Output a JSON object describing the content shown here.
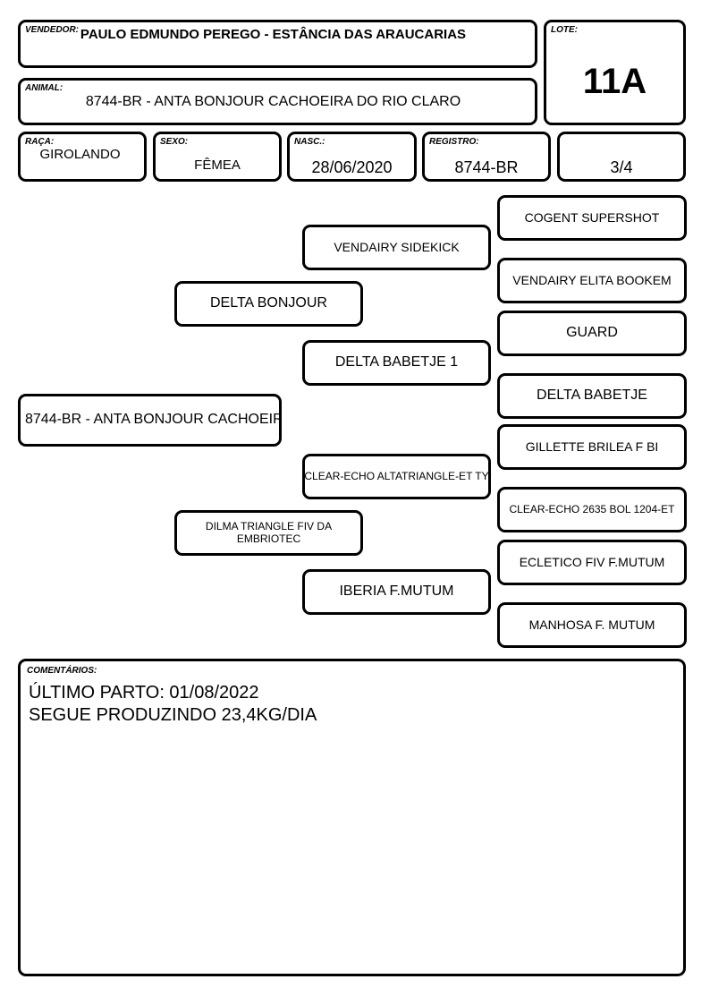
{
  "header": {
    "vendedor_label": "VENDEDOR:",
    "vendedor": "PAULO EDMUNDO PEREGO - ESTÂNCIA  DAS ARAUCARIAS",
    "lote_label": "LOTE:",
    "lote": "11A",
    "animal_label": "ANIMAL:",
    "animal": "8744-BR - ANTA BONJOUR CACHOEIRA DO RIO CLARO",
    "raca_label": "RAÇA:",
    "raca": "GIROLANDO",
    "sexo_label": "SEXO:",
    "sexo": "FÊMEA",
    "nasc_label": "NASC.:",
    "nasc": "28/06/2020",
    "registro_label": "REGISTRO:",
    "registro": "8744-BR",
    "grau": "3/4"
  },
  "pedigree": {
    "animal": "8744-BR - ANTA BONJOUR CACHOEIR",
    "sire": "DELTA BONJOUR",
    "dam": "DILMA TRIANGLE FIV DA EMBRIOTEC",
    "sire_sire": "VENDAIRY SIDEKICK",
    "sire_dam": "DELTA BABETJE 1",
    "dam_sire": "CLEAR-ECHO ALTATRIANGLE-ET TY",
    "dam_dam": "IBERIA F.MUTUM",
    "ggp": [
      "COGENT SUPERSHOT",
      "VENDAIRY ELITA BOOKEM",
      "GUARD",
      "DELTA BABETJE",
      "GILLETTE BRILEA F BI",
      "CLEAR-ECHO 2635 BOL 1204-ET",
      "ECLETICO FIV F.MUTUM",
      "MANHOSA F. MUTUM"
    ]
  },
  "comments": {
    "label": "COMENTÁRIOS:",
    "line1": "ÚLTIMO PARTO: 01/08/2022",
    "line2": "SEGUE PRODUZINDO 23,4KG/DIA"
  }
}
